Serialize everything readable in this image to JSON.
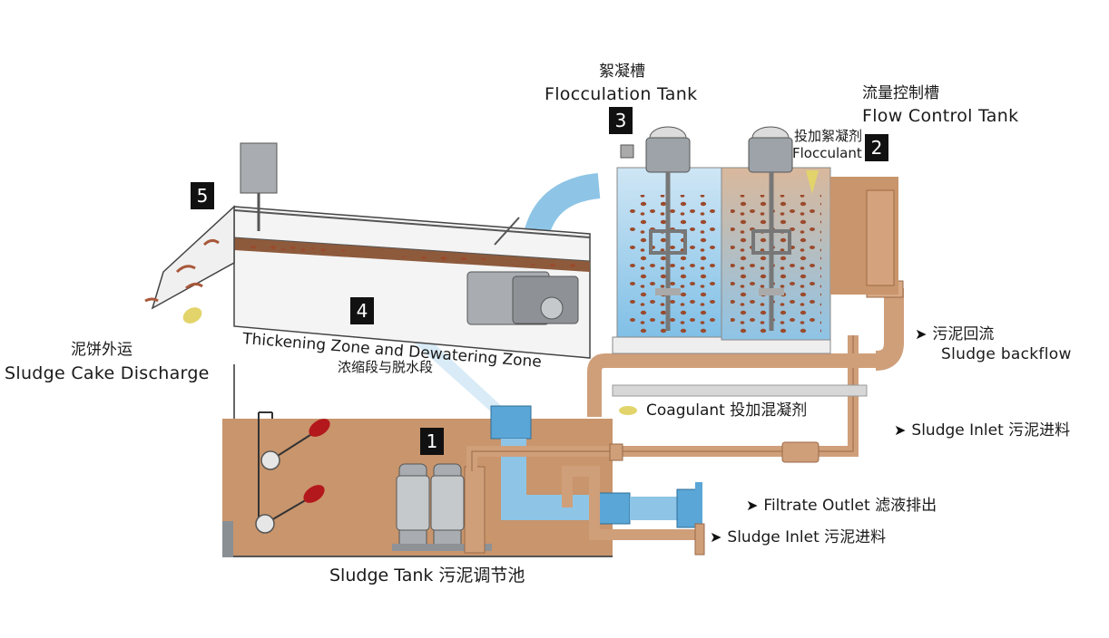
{
  "labels": {
    "flocculation_tank_cn": "絮凝槽",
    "flocculation_tank_en": "Flocculation Tank",
    "flow_control_tank_cn": "流量控制槽",
    "flow_control_tank_en": "Flow Control Tank",
    "flocculant_cn": "投加絮凝剂",
    "flocculant_en": "Flocculant",
    "sludge_cake_cn": "泥饼外运",
    "sludge_cake_en": "Sludge Cake Discharge",
    "thickening_en": "Thickening Zone and Dewatering Zone",
    "thickening_cn": "浓缩段与脱水段",
    "sludge_backflow_cn": "污泥回流",
    "sludge_backflow_en": "Sludge backflow",
    "coagulant": "Coagulant 投加混凝剂",
    "sludge_inlet_1": "Sludge Inlet 污泥进料",
    "filtrate_outlet": "Filtrate Outlet 滤液排出",
    "sludge_inlet_2": "Sludge Inlet 污泥进料",
    "sludge_tank": "Sludge Tank 污泥调节池"
  },
  "markers": {
    "m1": "1",
    "m2": "2",
    "m3": "3",
    "m4": "4",
    "m5": "5"
  },
  "colors": {
    "sludge": "#c9956c",
    "pipe": "#cf9f7a",
    "pipe_edge": "#9a6a48",
    "water": "#8ec5e6",
    "water_dark": "#5aa6d6",
    "particle": "#9b4a2c",
    "steel": "#9da3a8",
    "chemical": "#e2d46a",
    "red": "#b3181c"
  }
}
